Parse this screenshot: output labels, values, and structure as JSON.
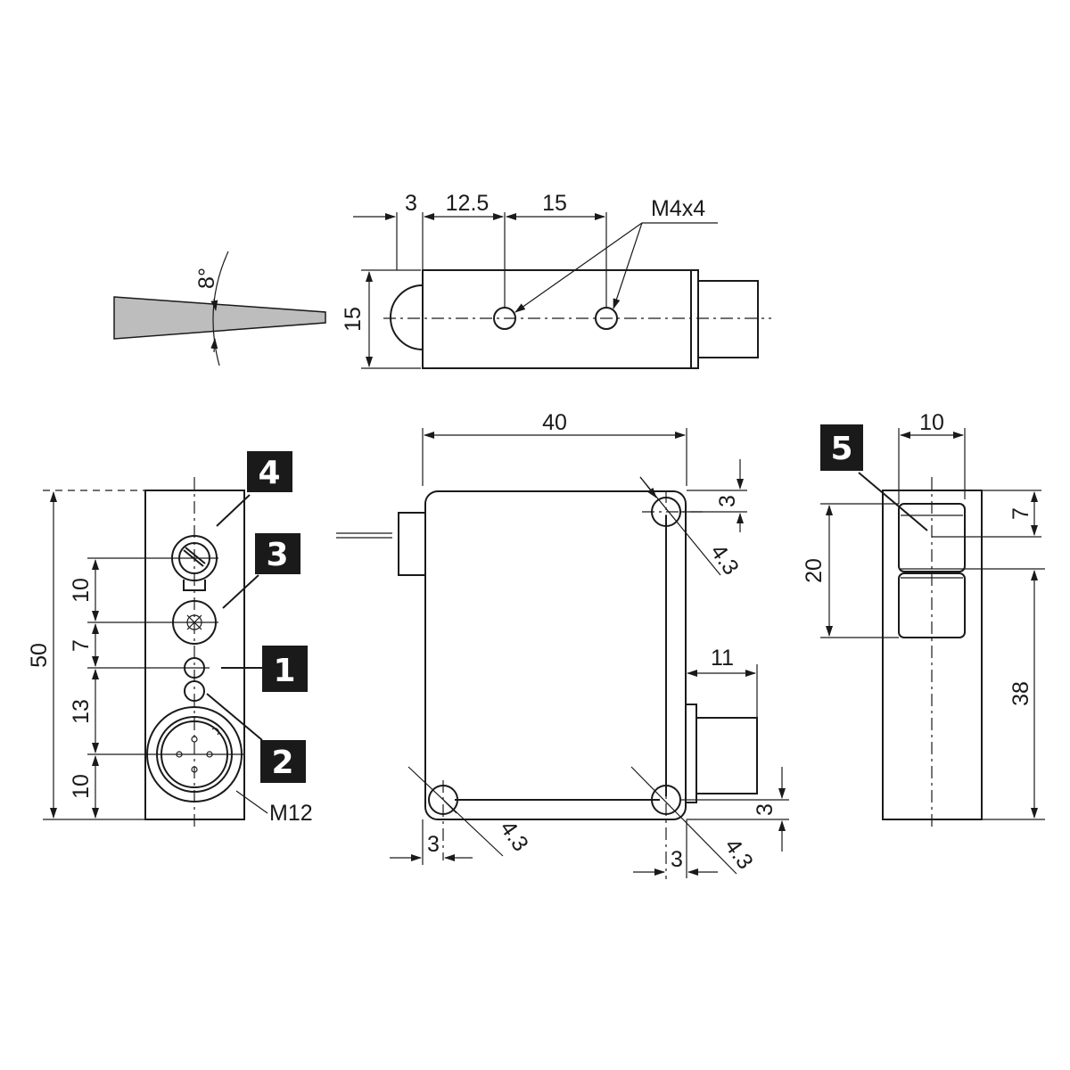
{
  "colors": {
    "ink": "#1a1a1a",
    "beam_fill": "#bdbdbd",
    "background": "#ffffff"
  },
  "beam": {
    "angle_label": "8°"
  },
  "top_view": {
    "dims": {
      "offset": "3",
      "to_hole1": "12.5",
      "hole_spacing": "15",
      "height": "15"
    },
    "thread_label": "M4x4"
  },
  "front_view": {
    "dims": {
      "height": "50",
      "gap_a": "10",
      "gap_b": "7",
      "gap_c": "13",
      "gap_d": "10"
    },
    "connector_label": "M12",
    "callouts": [
      "4",
      "3",
      "1",
      "2"
    ]
  },
  "side_view": {
    "dims": {
      "width": "40",
      "hole_top_offset": "3",
      "hole_diameter": "4.3",
      "connector_length": "11",
      "bottom_offset": "3",
      "left_offset": "3",
      "right_offset": "3"
    }
  },
  "end_view": {
    "dims": {
      "width": "10",
      "window_top": "7",
      "window_height": "20",
      "base_height": "38"
    },
    "callout": "5"
  }
}
